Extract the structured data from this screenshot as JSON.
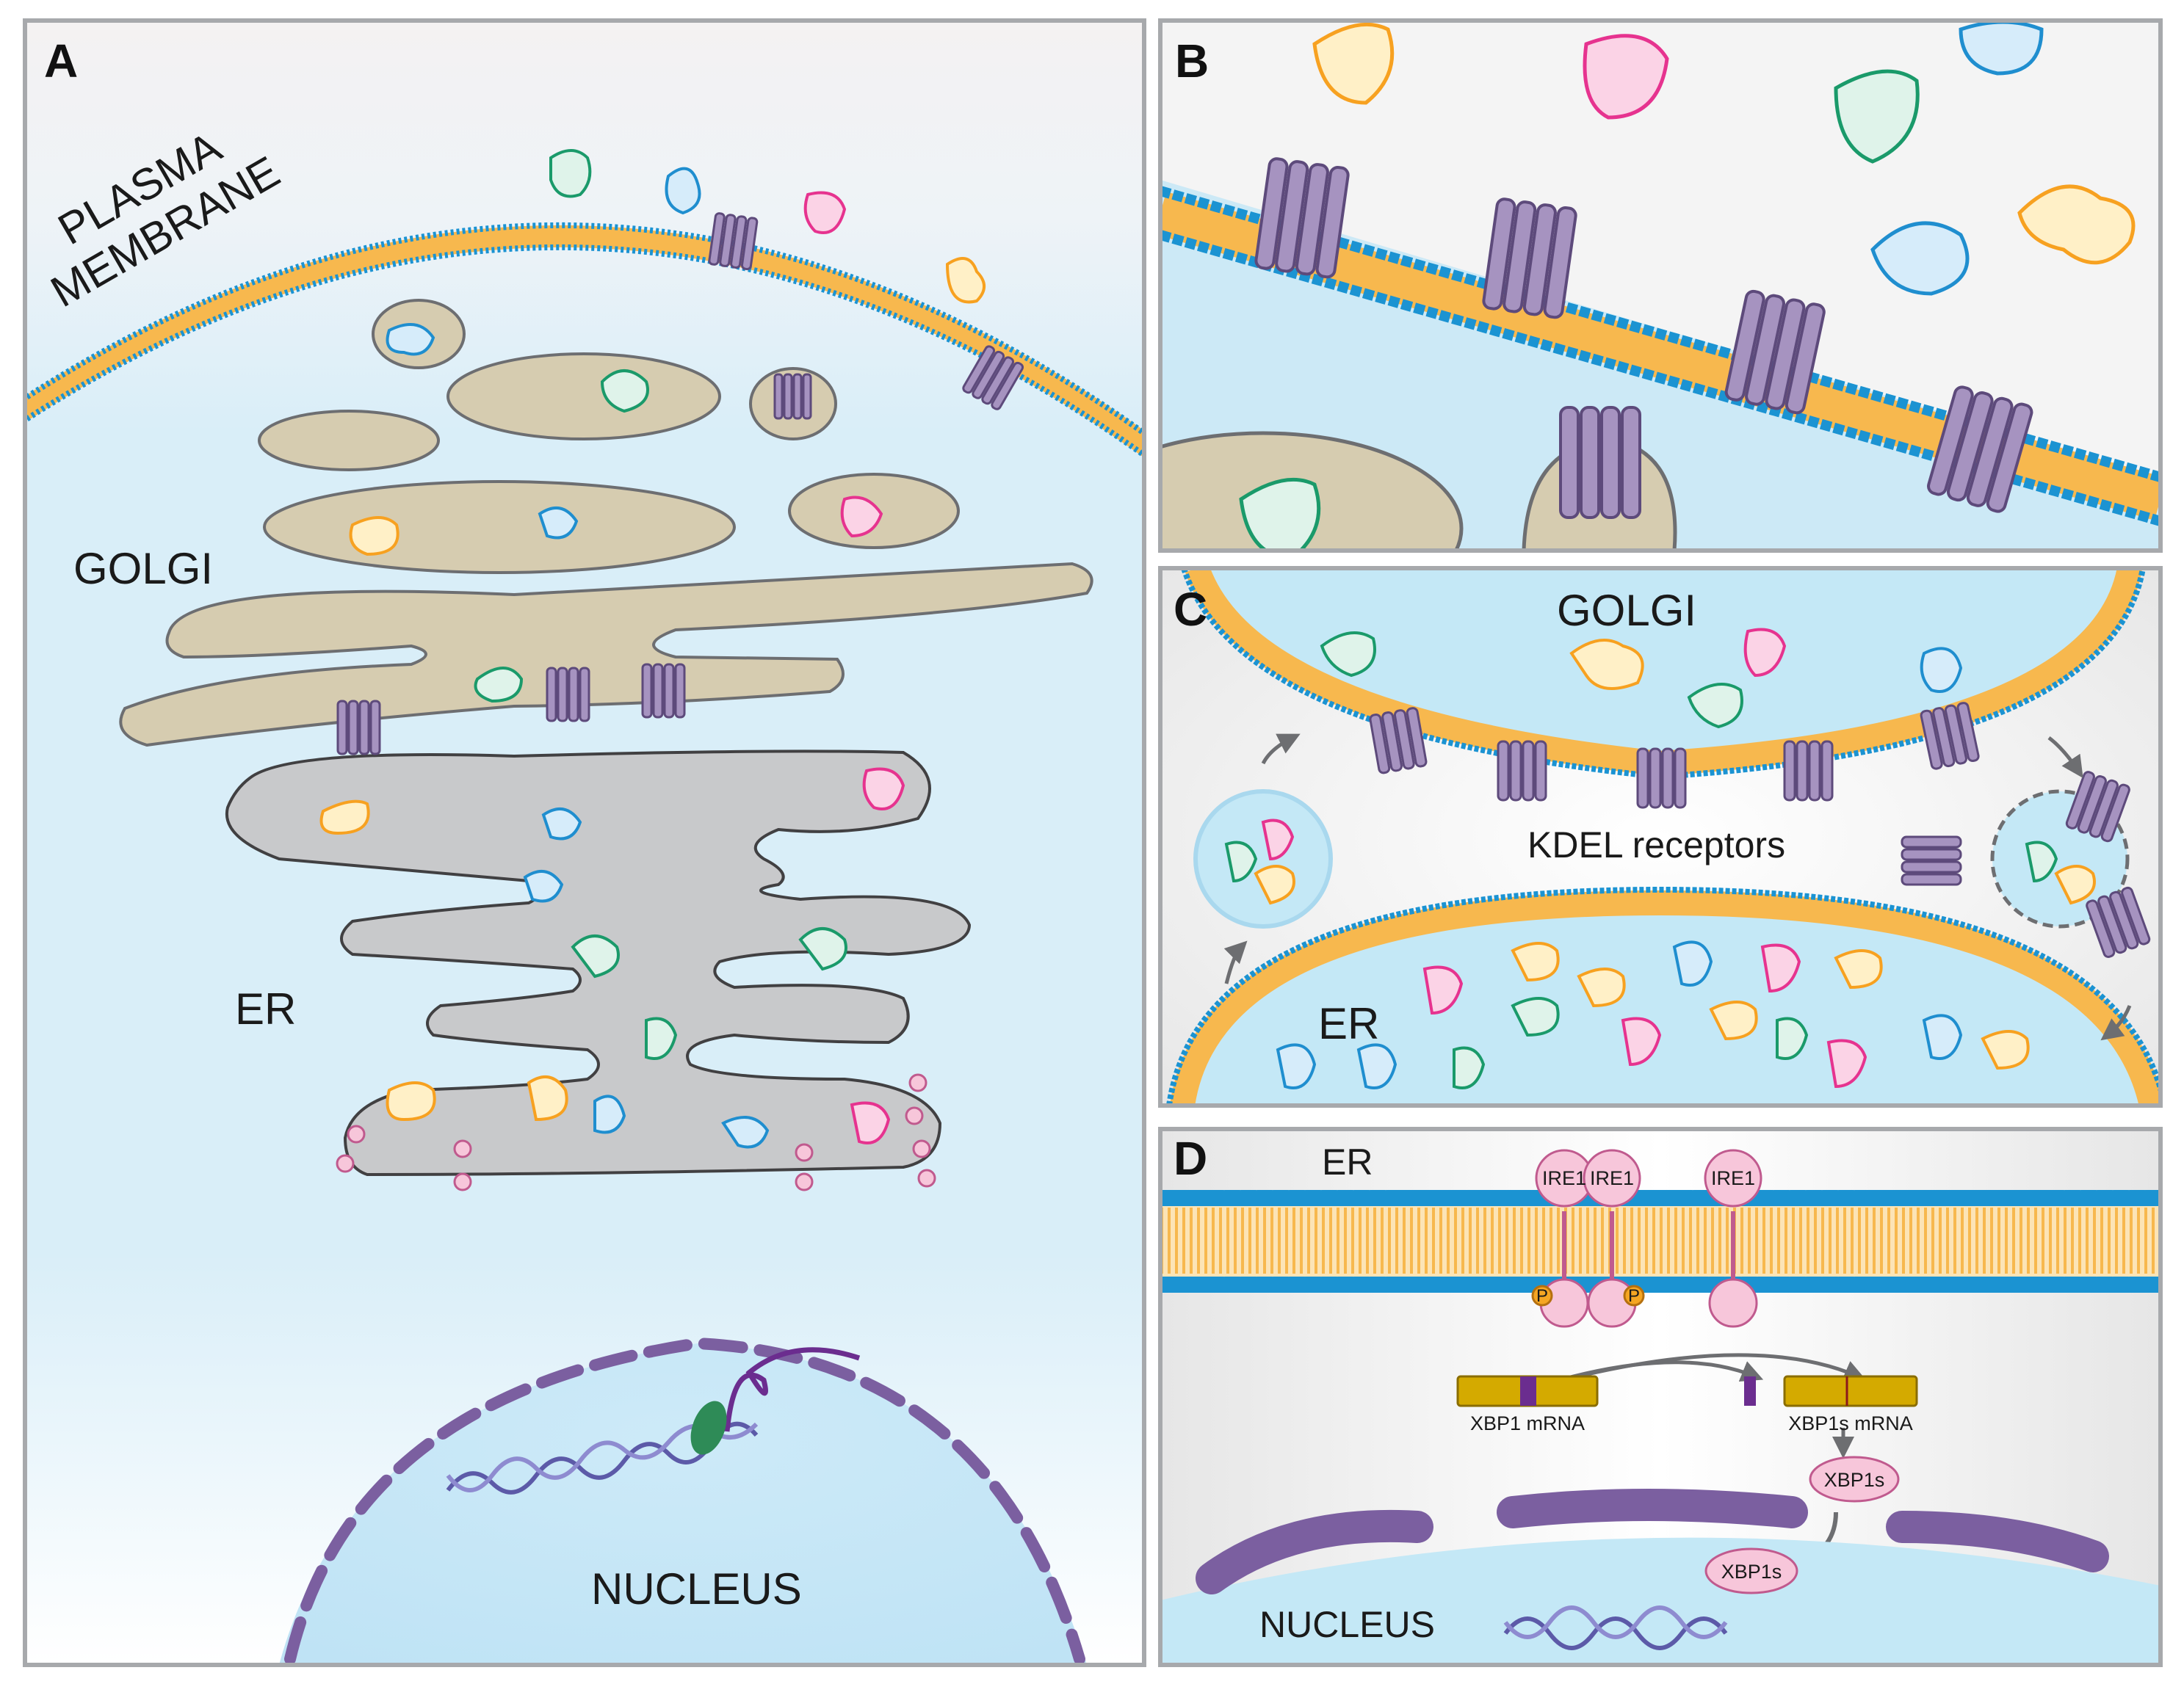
{
  "colors": {
    "frame": "#a7a9ac",
    "cytoplasm": "#d6eef8",
    "lumen": "#c4e8f6",
    "bilayer_tail": "#f7b84e",
    "bilayer_head": "#1b93d2",
    "golgi": "#d6ccb0",
    "er": "#c8c9cb",
    "receptor": "#a693c0",
    "nuclear_envelope": "#7b5fa0",
    "ire1": "#f7c6da",
    "phospho": "#f5a623",
    "mrna": "#d4aa00",
    "splice": "#6b2d8f",
    "cargo_blue": "#1f8ecf",
    "cargo_green": "#1a9a6a",
    "cargo_pink": "#e6338f",
    "cargo_orange": "#f7a120"
  },
  "panelA": {
    "label": "A",
    "membrane_line1": "PLASMA",
    "membrane_line2": "MEMBRANE",
    "golgi": "GOLGI",
    "er": "ER",
    "nucleus": "NUCLEUS"
  },
  "panelB": {
    "label": "B"
  },
  "panelC": {
    "label": "C",
    "golgi": "GOLGI",
    "receptors": "KDEL receptors",
    "er": "ER"
  },
  "panelD": {
    "label": "D",
    "er": "ER",
    "ire1_a": "IRE1",
    "ire1_b": "IRE1",
    "ire1_c": "IRE1",
    "phospho_a": "P",
    "phospho_b": "P",
    "mrna": "XBP1 mRNA",
    "mrna_spliced": "XBP1s mRNA",
    "protein_cyto": "XBP1s",
    "protein_nuc": "XBP1s",
    "nucleus": "NUCLEUS"
  }
}
